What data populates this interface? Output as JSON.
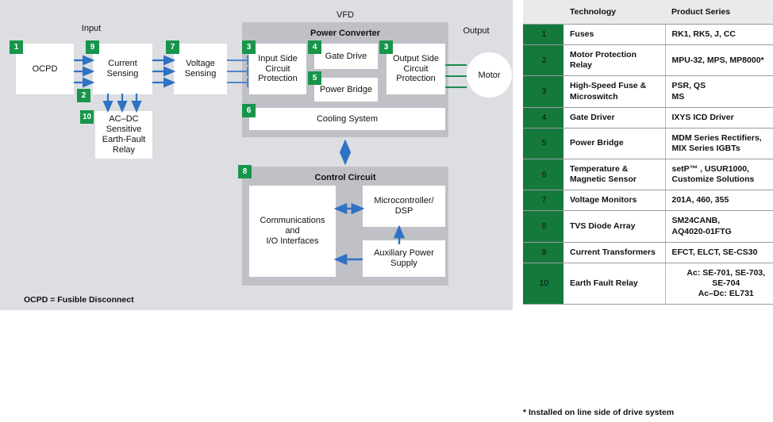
{
  "diagram": {
    "title_vfd": "VFD",
    "label_input": "Input",
    "label_output": "Output",
    "power_converter_label": "Power Converter",
    "control_circuit_label": "Control Circuit",
    "legend_note": "OCPD = Fusible Disconnect",
    "blocks": {
      "ocpd": "OCPD",
      "current_sensing": "Current\nSensing",
      "earth_fault_relay": "AC–DC\nSensitive\nEarth-Fault\nRelay",
      "voltage_sensing": "Voltage\nSensing",
      "input_side_protection": "Input Side\nCircuit\nProtection",
      "gate_drive": "Gate Drive",
      "power_bridge": "Power Bridge",
      "output_side_protection": "Output Side\nCircuit\nProtection",
      "cooling_system": "Cooling System",
      "motor": "Motor",
      "communications": "Communications\nand\nI/O Interfaces",
      "microcontroller": "Microcontroller/\nDSP",
      "aux_power_supply": "Auxiliary Power\nSupply"
    },
    "badges": {
      "ocpd": "1",
      "current_sensing_left": "2",
      "current_sensing_top": "9",
      "earth_fault_relay": "10",
      "voltage_sensing": "7",
      "input_side_protection": "3",
      "gate_drive": "4",
      "power_bridge": "5",
      "output_side_protection": "3",
      "cooling_system": "6",
      "control_circuit": "8"
    },
    "colors": {
      "panel_bg": "#dcdee2",
      "group_bg": "#bfc1c6",
      "box_bg": "#ffffff",
      "badge_green": "#17954a",
      "connector_blue": "#2f72c4",
      "connector_green": "#1e8a4c"
    }
  },
  "table": {
    "headers": {
      "spacer": "",
      "technology": "Technology",
      "product_series": "Product Series"
    },
    "rows": [
      {
        "num": "1",
        "technology": "Fuses",
        "product": "RK1, RK5, J, CC",
        "centered": false
      },
      {
        "num": "2",
        "technology": "Motor Protection Relay",
        "product": "MPU-32, MPS, MP8000*",
        "centered": false
      },
      {
        "num": "3",
        "technology": "High-Speed Fuse &\nMicroswitch",
        "product": "PSR, QS\nMS",
        "centered": false
      },
      {
        "num": "4",
        "technology": "Gate Driver",
        "product": "IXYS ICD Driver",
        "centered": false
      },
      {
        "num": "5",
        "technology": "Power Bridge",
        "product": "MDM Series Rectifiers,\nMIX Series IGBTs",
        "centered": false
      },
      {
        "num": "6",
        "technology": "Temperature &\nMagnetic Sensor",
        "product": "setP™ , USUR1000,\nCustomize Solutions",
        "centered": false
      },
      {
        "num": "7",
        "technology": "Voltage Monitors",
        "product": "201A, 460, 355",
        "centered": false
      },
      {
        "num": "8",
        "technology": "TVS Diode Array",
        "product": "SM24CANB,\nAQ4020-01FTG",
        "centered": false
      },
      {
        "num": "9",
        "technology": "Current  Transformers",
        "product": "EFCT, ELCT, SE-CS30",
        "centered": false
      },
      {
        "num": "10",
        "technology": "Earth Fault Relay",
        "product": "Ac: SE-701, SE-703,\nSE-704\nAc–Dc: EL731",
        "centered": true
      }
    ],
    "footnote": "* Installed on line side of drive system",
    "colors": {
      "header_bg": "#e9eaec",
      "num_green": "#15793c",
      "border": "#9a9b9e"
    }
  }
}
